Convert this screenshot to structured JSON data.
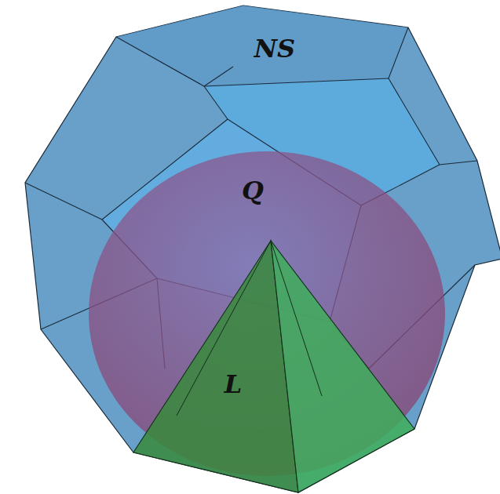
{
  "diagram": {
    "nodes": [
      {
        "text": [
          "NS"
        ]
      },
      {
        "text": [
          "Q"
        ]
      },
      {
        "text": [
          "L"
        ]
      }
    ]
  }
}
